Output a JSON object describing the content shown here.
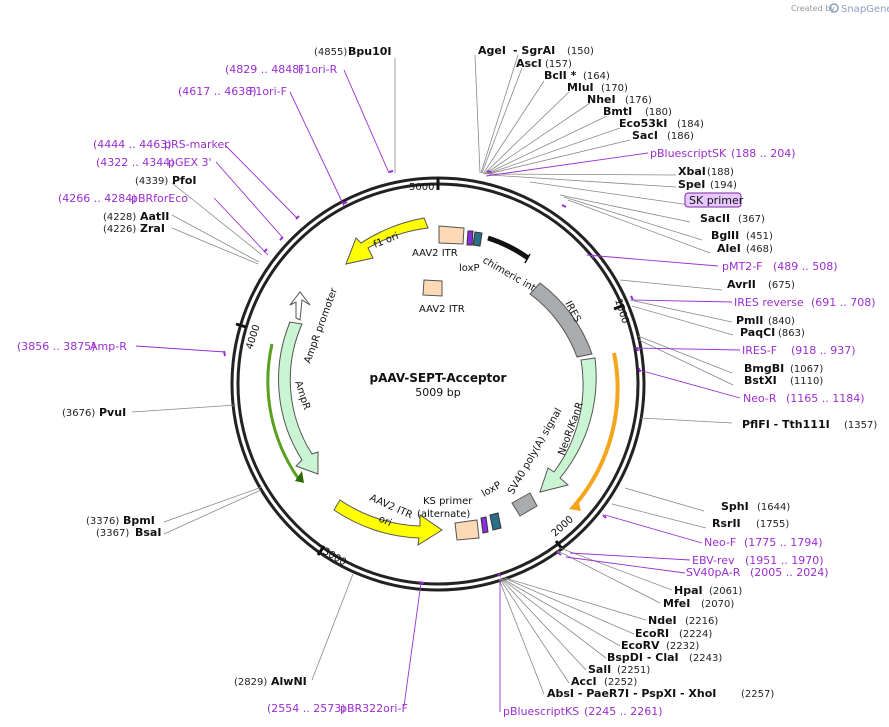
{
  "branding": {
    "created_by": "Created by",
    "product": "SnapGene"
  },
  "plasmid": {
    "name": "pAAV-SEPT-Acceptor",
    "length": "5009 bp"
  },
  "ticks": [
    "5000",
    "1000",
    "2000",
    "3000",
    "4000"
  ],
  "features": {
    "f1_ori": "f1 ori",
    "aav2_itr_top": "AAV2 ITR",
    "loxp_top": "loxP",
    "chimeric_intron": "chimeric intron",
    "aav2_itr_mid": "AAV2 ITR",
    "ires": "IRES",
    "ampr_promoter": "AmpR promoter",
    "ampr": "AmpR",
    "neor_kanr": "NeoR/KanR",
    "sv40_polya": "SV40 poly(A) signal",
    "aav2_itr_bottom": "AAV2 ITR",
    "ori": "ori",
    "ks_primer": "KS primer",
    "alternate": "(alternate)",
    "loxp_bottom": "loxP"
  },
  "right_top_enzymes": [
    {
      "name": "AgeI",
      "pos": ""
    },
    {
      "name": "- SgrAI",
      "pos": "(150)"
    },
    {
      "name": "AscI",
      "pos": "(157)"
    },
    {
      "name": "BclI *",
      "pos": "(164)"
    },
    {
      "name": "MluI",
      "pos": "(170)"
    },
    {
      "name": "NheI",
      "pos": "(176)"
    },
    {
      "name": "BmtI",
      "pos": "(180)"
    },
    {
      "name": "Eco53kI",
      "pos": "(184)"
    },
    {
      "name": "SacI",
      "pos": "(186)"
    }
  ],
  "right_labels": [
    {
      "kind": "primer",
      "name": "pBluescriptSK",
      "pos": "(188 .. 204)"
    },
    {
      "kind": "enzyme",
      "name": "XbaI",
      "pos": "(188)"
    },
    {
      "kind": "enzyme",
      "name": "SpeI",
      "pos": "(194)"
    },
    {
      "kind": "primer-box",
      "name": "SK primer",
      "pos": ""
    },
    {
      "kind": "enzyme",
      "name": "SacII",
      "pos": "(367)"
    },
    {
      "kind": "enzyme",
      "name": "BglII",
      "pos": "(451)"
    },
    {
      "kind": "enzyme",
      "name": "AleI",
      "pos": "(468)"
    },
    {
      "kind": "primer",
      "name": "pMT2-F",
      "pos": "(489 .. 508)"
    },
    {
      "kind": "enzyme",
      "name": "AvrII",
      "pos": "(675)"
    },
    {
      "kind": "primer",
      "name": "IRES reverse",
      "pos": "(691 .. 708)"
    },
    {
      "kind": "enzyme",
      "name": "PmlI",
      "pos": "(840)"
    },
    {
      "kind": "enzyme",
      "name": "PaqCI",
      "pos": "(863)"
    },
    {
      "kind": "primer",
      "name": "IRES-F",
      "pos": "(918 .. 937)"
    },
    {
      "kind": "enzyme",
      "name": "BmgBI",
      "pos": "(1067)"
    },
    {
      "kind": "enzyme",
      "name": "BstXI",
      "pos": "(1110)"
    },
    {
      "kind": "primer",
      "name": "Neo-R",
      "pos": "(1165 .. 1184)"
    },
    {
      "kind": "enzyme",
      "name": "PflFI  - Tth111I",
      "pos": "(1357)"
    },
    {
      "kind": "enzyme",
      "name": "SphI",
      "pos": "(1644)"
    },
    {
      "kind": "enzyme",
      "name": "RsrII",
      "pos": "(1755)"
    },
    {
      "kind": "primer",
      "name": "Neo-F",
      "pos": "(1775 .. 1794)"
    },
    {
      "kind": "primer",
      "name": "EBV-rev",
      "pos": "(1951 .. 1970)"
    },
    {
      "kind": "primer",
      "name": "SV40pA-R",
      "pos": "(2005 .. 2024)"
    },
    {
      "kind": "enzyme",
      "name": "HpaI",
      "pos": "(2061)"
    },
    {
      "kind": "enzyme",
      "name": "MfeI",
      "pos": "(2070)"
    },
    {
      "kind": "enzyme",
      "name": "NdeI",
      "pos": "(2216)"
    },
    {
      "kind": "enzyme",
      "name": "EcoRI",
      "pos": "(2224)"
    },
    {
      "kind": "enzyme",
      "name": "EcoRV",
      "pos": "(2232)"
    },
    {
      "kind": "enzyme",
      "name": "BspDI  - ClaI",
      "pos": "(2243)"
    },
    {
      "kind": "enzyme",
      "name": "SalI",
      "pos": "(2251)"
    },
    {
      "kind": "enzyme",
      "name": "AccI",
      "pos": "(2252)"
    },
    {
      "kind": "enzyme",
      "name": "AbsI  - PaeR7I  - PspXI  - XhoI",
      "pos": "(2257)"
    },
    {
      "kind": "primer",
      "name": "pBluescriptKS",
      "pos": "(2245 .. 2261)"
    }
  ],
  "left_labels": [
    {
      "kind": "enzyme",
      "name": "Bpu10I",
      "pos": "(4855)"
    },
    {
      "kind": "primer",
      "name": "F1ori-R",
      "pos": "(4829 .. 4848)"
    },
    {
      "kind": "primer",
      "name": "F1ori-F",
      "pos": "(4617 .. 4638)"
    },
    {
      "kind": "primer",
      "name": "pRS-marker",
      "pos": "(4444 .. 4463)"
    },
    {
      "kind": "primer",
      "name": "pGEX 3'",
      "pos": "(4322 .. 4344)"
    },
    {
      "kind": "enzyme",
      "name": "PfoI",
      "pos": "(4339)"
    },
    {
      "kind": "primer",
      "name": "pBRforEco",
      "pos": "(4266 .. 4284)"
    },
    {
      "kind": "enzyme",
      "name": "AatII",
      "pos": "(4228)"
    },
    {
      "kind": "enzyme",
      "name": "ZraI",
      "pos": "(4226)"
    },
    {
      "kind": "primer",
      "name": "Amp-R",
      "pos": "(3856 .. 3875)"
    },
    {
      "kind": "enzyme",
      "name": "PvuI",
      "pos": "(3676)"
    },
    {
      "kind": "enzyme",
      "name": "BpmI",
      "pos": "(3376)"
    },
    {
      "kind": "enzyme",
      "name": "BsaI",
      "pos": "(3367)"
    },
    {
      "kind": "enzyme",
      "name": "AlwNI",
      "pos": "(2829)"
    },
    {
      "kind": "primer",
      "name": "pBR322ori-F",
      "pos": "(2554 .. 2573)"
    }
  ],
  "colors": {
    "primer": "#9b2fd0",
    "backbone": "#222222",
    "f1_ori": "#ffff00",
    "ori": "#ffff00",
    "itr": "#fdd9b5",
    "ires": "#a9abad",
    "neor": "#c9f5d3",
    "ampr": "#c9f5d3",
    "sv40": "#a9abad",
    "orange_arrow": "#f4a51c",
    "green_arrow": "#5aa01e"
  }
}
